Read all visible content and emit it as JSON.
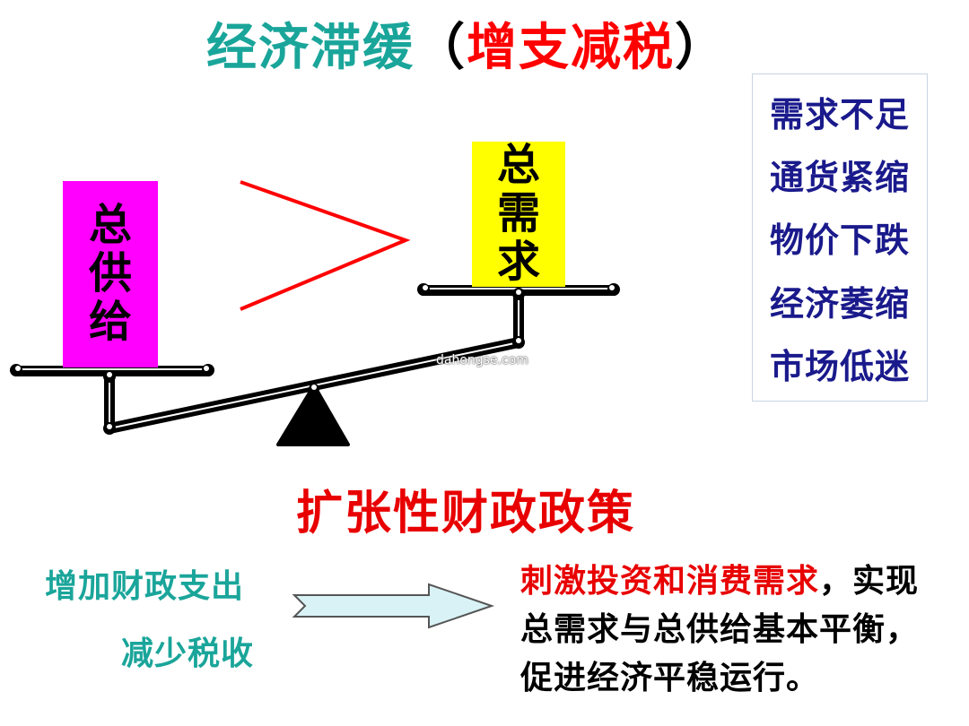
{
  "title": {
    "main": "经济滞缓",
    "paren_open": "（",
    "highlight": "增支减税",
    "paren_close": "）"
  },
  "balance": {
    "left_label": "总供给",
    "right_label": "总需求",
    "comparison_symbol": "greater-than",
    "colors": {
      "left_box": "#ff00ff",
      "right_box": "#ffff00",
      "symbol": "#ff0000",
      "beam": "#000000"
    }
  },
  "symptoms": [
    "需求不足",
    "通货紧缩",
    "物价下跌",
    "经济萎缩",
    "市场低迷"
  ],
  "policy_title": "扩张性财政政策",
  "measures": [
    "增加财政支出",
    "减少税收"
  ],
  "result": {
    "highlight": "刺激投资和消费需求",
    "rest": "，实现总需求与总供给基本平衡，促进经济平稳运行。"
  },
  "watermark": "dahongse.com"
}
